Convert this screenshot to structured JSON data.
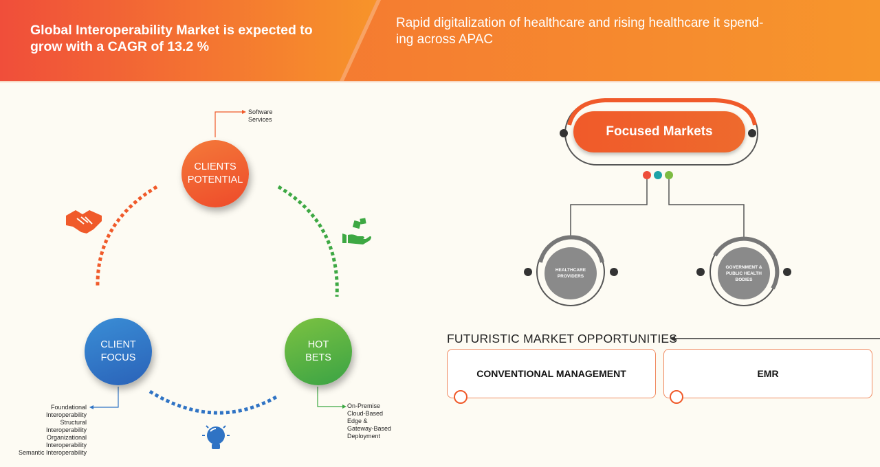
{
  "header": {
    "left_title": "Global  Interoperability Market is expected to grow with a CAGR of 13.2 %",
    "right_line1": "Rapid digitalization of healthcare and rising healthcare it spend-",
    "right_line2": "ing across APAC"
  },
  "cycle": {
    "clients_potential": {
      "line1": "CLIENTS",
      "line2": "POTENTIAL",
      "note_line1": "Software",
      "note_line2": "Services"
    },
    "client_focus": {
      "line1": "CLIENT",
      "line2": "FOCUS",
      "notes": [
        "Foundational",
        "Interoperability",
        "Structural",
        "Interoperability",
        "Organizational",
        "Interoperability",
        "Semantic Interoperability"
      ]
    },
    "hot_bets": {
      "line1": "HOT",
      "line2": "BETS",
      "notes": [
        "On-Premise",
        "Cloud-Based",
        "Edge &",
        "Gateway-Based",
        "Deployment"
      ]
    }
  },
  "focused_markets": {
    "title": "Focused Markets",
    "dot_colors": [
      "#ee4d3a",
      "#1ea3a8",
      "#7dbb42"
    ],
    "healthcare": {
      "line1": "HEALTHCARE",
      "line2": "PROVIDERS"
    },
    "government": {
      "line1": "GOVERNMENT &",
      "line2": "PUBLIC HEALTH",
      "line3": "BODIES"
    }
  },
  "futuristic": {
    "title": "FUTURISTIC MARKET OPPORTUNITIES",
    "items": [
      "CONVENTIONAL MANAGEMENT",
      "EMR"
    ]
  },
  "colors": {
    "orange": "#f05a2a",
    "blue": "#2f73c4",
    "green": "#3da843",
    "header_start": "#f04e3a",
    "header_end": "#f7942a"
  }
}
